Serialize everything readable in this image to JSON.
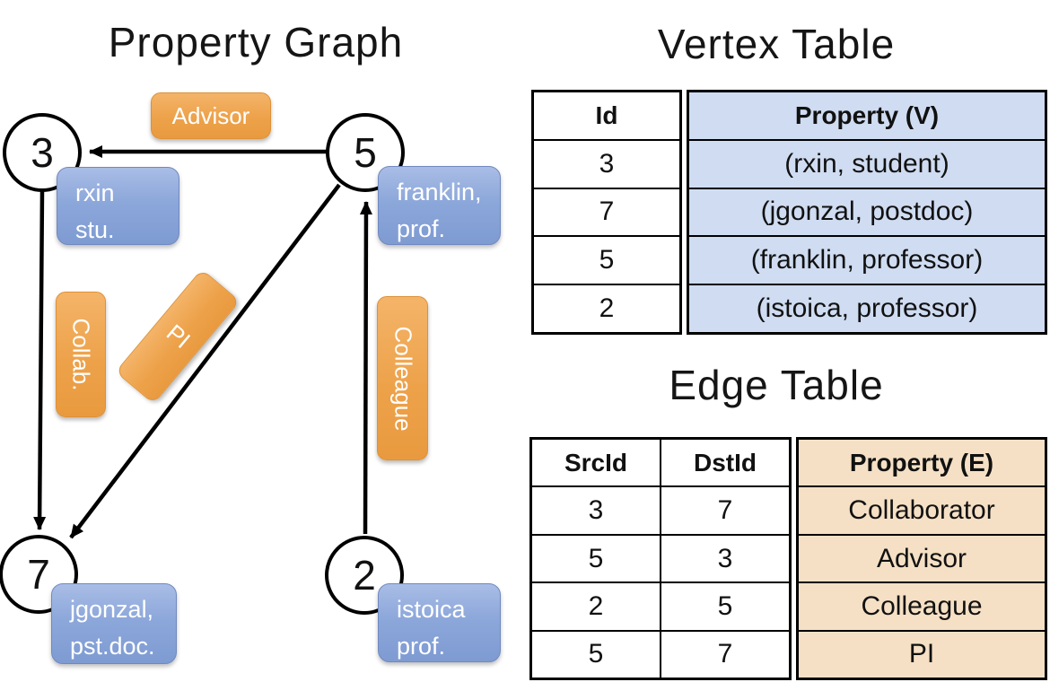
{
  "graph": {
    "title": "Property Graph",
    "nodes": {
      "n3": "3",
      "n5": "5",
      "n7": "7",
      "n2": "2"
    },
    "vertex_boxes": {
      "rxin": {
        "line1": "rxin",
        "line2": "stu."
      },
      "franklin": {
        "line1": "franklin,",
        "line2": "prof."
      },
      "jgonzal": {
        "line1": "jgonzal,",
        "line2": "pst.doc."
      },
      "istoica": {
        "line1": "istoica",
        "line2": "prof."
      }
    },
    "edge_labels": {
      "advisor": "Advisor",
      "collab": "Collab.",
      "pi": "PI",
      "colleague": "Colleague"
    }
  },
  "vertex_table": {
    "title": "Vertex Table",
    "col_id": "Id",
    "col_property": "Property (V)",
    "rows": [
      {
        "id": "3",
        "property": "(rxin, student)"
      },
      {
        "id": "7",
        "property": "(jgonzal, postdoc)"
      },
      {
        "id": "5",
        "property": "(franklin, professor)"
      },
      {
        "id": "2",
        "property": "(istoica, professor)"
      }
    ]
  },
  "edge_table": {
    "title": "Edge Table",
    "col_src": "SrcId",
    "col_dst": "DstId",
    "col_property": "Property (E)",
    "rows": [
      {
        "src": "3",
        "dst": "7",
        "property": "Collaborator"
      },
      {
        "src": "5",
        "dst": "3",
        "property": "Advisor"
      },
      {
        "src": "2",
        "dst": "5",
        "property": "Colleague"
      },
      {
        "src": "5",
        "dst": "7",
        "property": "PI"
      }
    ]
  },
  "colors": {
    "edge_label_fill": "#EFA24A",
    "vertex_box_fill": "#8CA7DA",
    "vertex_table_fill": "#CFDCF1",
    "edge_table_fill": "#F5E0C5",
    "line": "#000000"
  }
}
